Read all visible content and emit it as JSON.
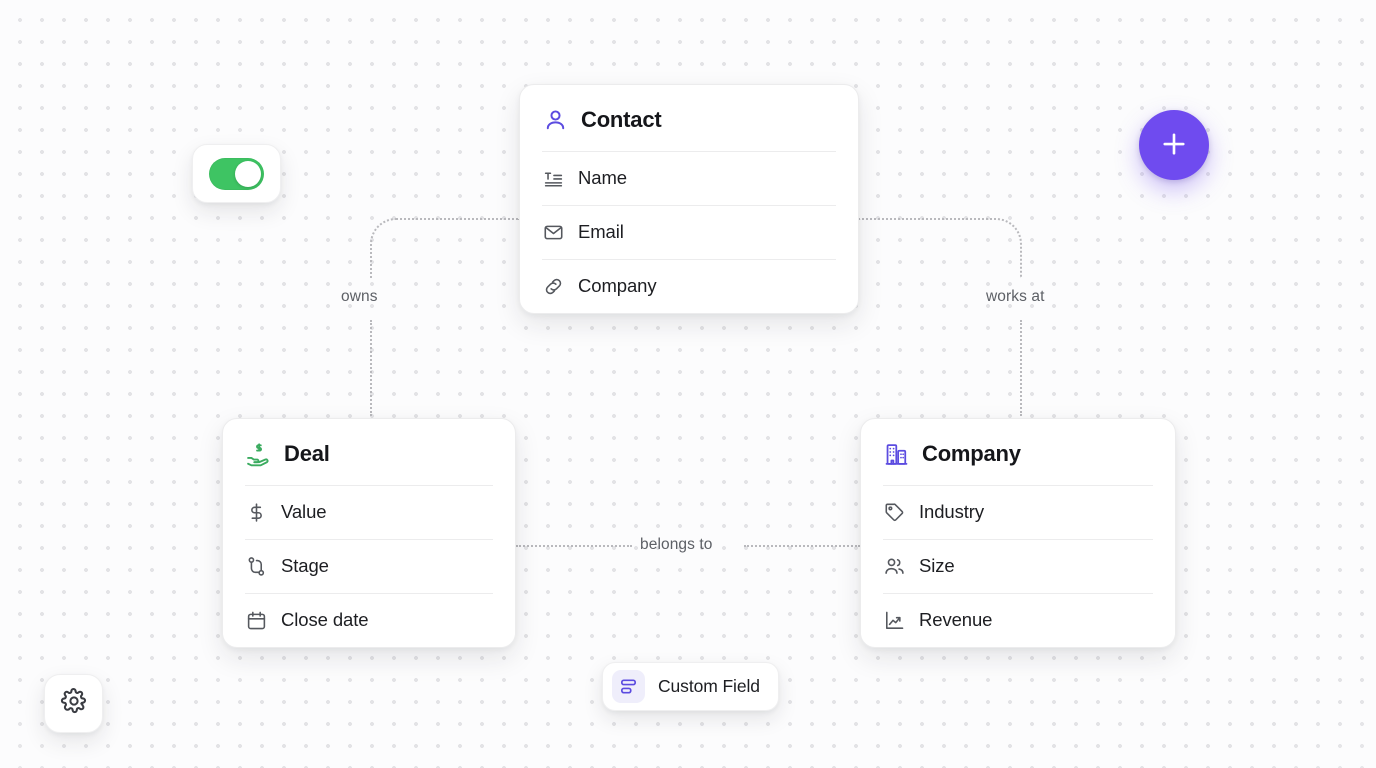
{
  "canvas": {
    "background_color": "#fcfcfd",
    "dot_color": "#e3e3e6",
    "accent_purple": "#6f4bef",
    "accent_green": "#3ec463"
  },
  "toggle": {
    "name": "enabled-toggle",
    "state": "on",
    "track_color": "#3ec463",
    "knob_color": "#ffffff"
  },
  "fab": {
    "label": "+",
    "color": "#6f4bef"
  },
  "settings": {
    "icon": "gear-icon"
  },
  "entities": [
    {
      "id": "contact",
      "title": "Contact",
      "icon": "user-icon",
      "icon_color": "#5b4be0",
      "fields": [
        {
          "label": "Name",
          "icon": "text-lines-icon"
        },
        {
          "label": "Email",
          "icon": "envelope-icon"
        },
        {
          "label": "Company",
          "icon": "link-icon"
        }
      ]
    },
    {
      "id": "deal",
      "title": "Deal",
      "icon": "hand-holding-dollar-icon",
      "icon_color": "#3aab5f",
      "fields": [
        {
          "label": "Value",
          "icon": "dollar-icon"
        },
        {
          "label": "Stage",
          "icon": "route-icon"
        },
        {
          "label": "Close date",
          "icon": "calendar-icon"
        }
      ]
    },
    {
      "id": "company",
      "title": "Company",
      "icon": "building-icon",
      "icon_color": "#5b4be0",
      "fields": [
        {
          "label": "Industry",
          "icon": "tag-icon"
        },
        {
          "label": "Size",
          "icon": "users-icon"
        },
        {
          "label": "Revenue",
          "icon": "chart-line-up-icon"
        }
      ]
    }
  ],
  "connections": [
    {
      "id": "owns",
      "label": "owns",
      "from": "contact",
      "to": "deal"
    },
    {
      "id": "works-at",
      "label": "works at",
      "from": "contact",
      "to": "company"
    },
    {
      "id": "belongs-to",
      "label": "belongs to",
      "from": "deal",
      "to": "company"
    }
  ],
  "custom_field": {
    "label": "Custom Field",
    "icon": "form-rows-icon",
    "icon_color": "#5b4be0",
    "icon_bg": "#efeefb"
  }
}
